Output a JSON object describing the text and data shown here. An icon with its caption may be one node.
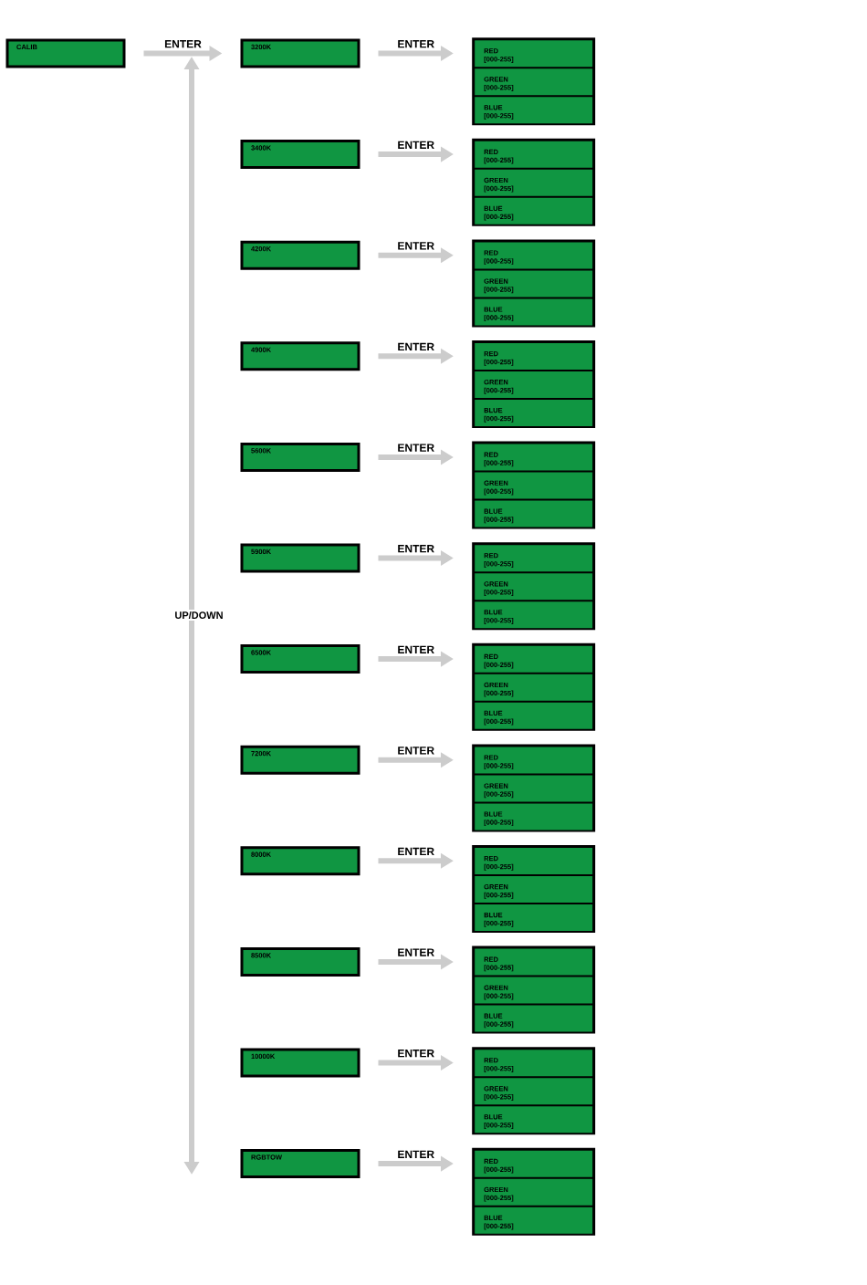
{
  "diagram": {
    "nodes": [
      {
        "text": [
          "CALIB"
        ]
      },
      {
        "text": [
          "3200K"
        ]
      },
      {
        "text": [],
        "shape": "box"
      },
      {
        "text": [
          "RED [000-255]"
        ],
        "in": 2
      },
      {
        "text": [
          "GREEN [000-255]"
        ],
        "in": 2
      },
      {
        "text": [
          "BLUE [000-255]"
        ],
        "in": 2
      },
      {
        "text": [
          "3400K"
        ]
      },
      {
        "text": [],
        "shape": "box"
      },
      {
        "text": [
          "RED [000-255]"
        ],
        "in": 7
      },
      {
        "text": [
          "GREEN [000-255]"
        ],
        "in": 7
      },
      {
        "text": [
          "BLUE [000-255]"
        ],
        "in": 7
      },
      {
        "text": [
          "4200K"
        ]
      },
      {
        "text": [],
        "shape": "box"
      },
      {
        "text": [
          "RED [000-255]"
        ],
        "in": 12
      },
      {
        "text": [
          "GREEN [000-255]"
        ],
        "in": 12
      },
      {
        "text": [
          "BLUE [000-255]"
        ],
        "in": 12
      },
      {
        "text": [
          "4900K"
        ]
      },
      {
        "text": [],
        "shape": "box"
      },
      {
        "text": [
          "RED [000-255]"
        ],
        "in": 17
      },
      {
        "text": [
          "GREEN [000-255]"
        ],
        "in": 17
      },
      {
        "text": [
          "BLUE [000-255]"
        ],
        "in": 17
      },
      {
        "text": [
          "5600K"
        ]
      },
      {
        "text": [],
        "shape": "box"
      },
      {
        "text": [
          "RED [000-255]"
        ],
        "in": 22
      },
      {
        "text": [
          "GREEN [000-255]"
        ],
        "in": 22
      },
      {
        "text": [
          "BLUE [000-255]"
        ],
        "in": 22
      },
      {
        "text": [
          "5900K"
        ]
      },
      {
        "text": [],
        "shape": "box"
      },
      {
        "text": [
          "RED [000-255]"
        ],
        "in": 27
      },
      {
        "text": [
          "GREEN [000-255]"
        ],
        "in": 27
      },
      {
        "text": [
          "BLUE [000-255]"
        ],
        "in": 27
      },
      {
        "text": [
          "6500K"
        ]
      },
      {
        "text": [],
        "shape": "box"
      },
      {
        "text": [
          "RED [000-255]"
        ],
        "in": 32
      },
      {
        "text": [
          "GREEN [000-255]"
        ],
        "in": 32
      },
      {
        "text": [
          "BLUE [000-255]"
        ],
        "in": 32
      },
      {
        "text": [
          "7200K"
        ]
      },
      {
        "text": [],
        "shape": "box"
      },
      {
        "text": [
          "RED [000-255]"
        ],
        "in": 37
      },
      {
        "text": [
          "GREEN [000-255]"
        ],
        "in": 37
      },
      {
        "text": [
          "BLUE [000-255]"
        ],
        "in": 37
      },
      {
        "text": [
          "8000K"
        ]
      },
      {
        "text": [],
        "shape": "box"
      },
      {
        "text": [
          "RED [000-255]"
        ],
        "in": 42
      },
      {
        "text": [
          "GREEN [000-255]"
        ],
        "in": 42
      },
      {
        "text": [
          "BLUE [000-255]"
        ],
        "in": 42
      },
      {
        "text": [
          "8500K"
        ]
      },
      {
        "text": [],
        "shape": "box"
      },
      {
        "text": [
          "RED [000-255]"
        ],
        "in": 47
      },
      {
        "text": [
          "GREEN [000-255]"
        ],
        "in": 47
      },
      {
        "text": [
          "BLUE [000-255]"
        ],
        "in": 47
      },
      {
        "text": [
          "10000K"
        ]
      },
      {
        "text": [],
        "shape": "box"
      },
      {
        "text": [
          "RED [000-255]"
        ],
        "in": 52
      },
      {
        "text": [
          "GREEN [000-255]"
        ],
        "in": 52
      },
      {
        "text": [
          "BLUE [000-255]"
        ],
        "in": 52
      },
      {
        "text": [
          "RGBTOW"
        ]
      },
      {
        "text": [],
        "shape": "box"
      },
      {
        "text": [
          "RED [000-255]"
        ],
        "in": 57
      },
      {
        "text": [
          "GREEN [000-255]"
        ],
        "in": 57
      },
      {
        "text": [
          "BLUE [000-255]"
        ],
        "in": 57
      }
    ],
    "edges": [
      {
        "from": 0,
        "to": 1,
        "arrow": "to",
        "label": "ENTER"
      },
      {
        "from": 1,
        "to": 2,
        "arrow": "to",
        "label": "ENTER"
      },
      {
        "from": 6,
        "to": 7,
        "arrow": "to",
        "label": "ENTER"
      },
      {
        "from": 11,
        "to": 12,
        "arrow": "to",
        "label": "ENTER"
      },
      {
        "from": 16,
        "to": 17,
        "arrow": "to",
        "label": "ENTER"
      },
      {
        "from": 21,
        "to": 22,
        "arrow": "to",
        "label": "ENTER"
      },
      {
        "from": 26,
        "to": 27,
        "arrow": "to",
        "label": "ENTER"
      },
      {
        "from": 31,
        "to": 32,
        "arrow": "to",
        "label": "ENTER"
      },
      {
        "from": 36,
        "to": 37,
        "arrow": "to",
        "label": "ENTER"
      },
      {
        "from": 41,
        "to": 42,
        "arrow": "to",
        "label": "ENTER"
      },
      {
        "from": 46,
        "to": 47,
        "arrow": "to",
        "label": "ENTER"
      },
      {
        "from": 51,
        "to": 52,
        "arrow": "to",
        "label": "ENTER"
      },
      {
        "from": 56,
        "to": 57,
        "arrow": "to",
        "label": "ENTER"
      }
    ],
    "labels": [
      "UP/DOWN"
    ]
  }
}
